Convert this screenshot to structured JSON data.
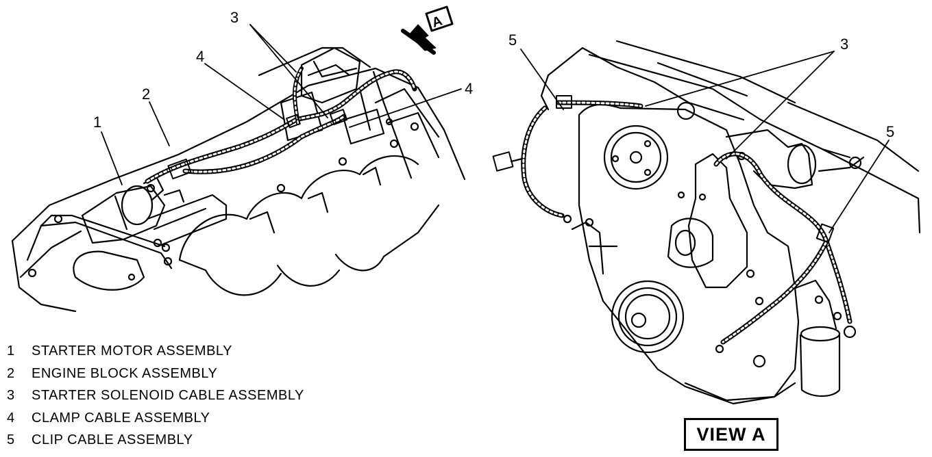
{
  "view_marker_letter": "A",
  "callouts": {
    "left": [
      "1",
      "2",
      "3",
      "4",
      "4"
    ],
    "right": [
      "5",
      "3",
      "5"
    ]
  },
  "legend": [
    {
      "num": "1",
      "label": "STARTER MOTOR ASSEMBLY"
    },
    {
      "num": "2",
      "label": "ENGINE BLOCK ASSEMBLY"
    },
    {
      "num": "3",
      "label": "STARTER SOLENOID CABLE ASSEMBLY"
    },
    {
      "num": "4",
      "label": "CLAMP CABLE ASSEMBLY"
    },
    {
      "num": "5",
      "label": "CLIP CABLE ASSEMBLY"
    }
  ],
  "view_label": "VIEW A"
}
